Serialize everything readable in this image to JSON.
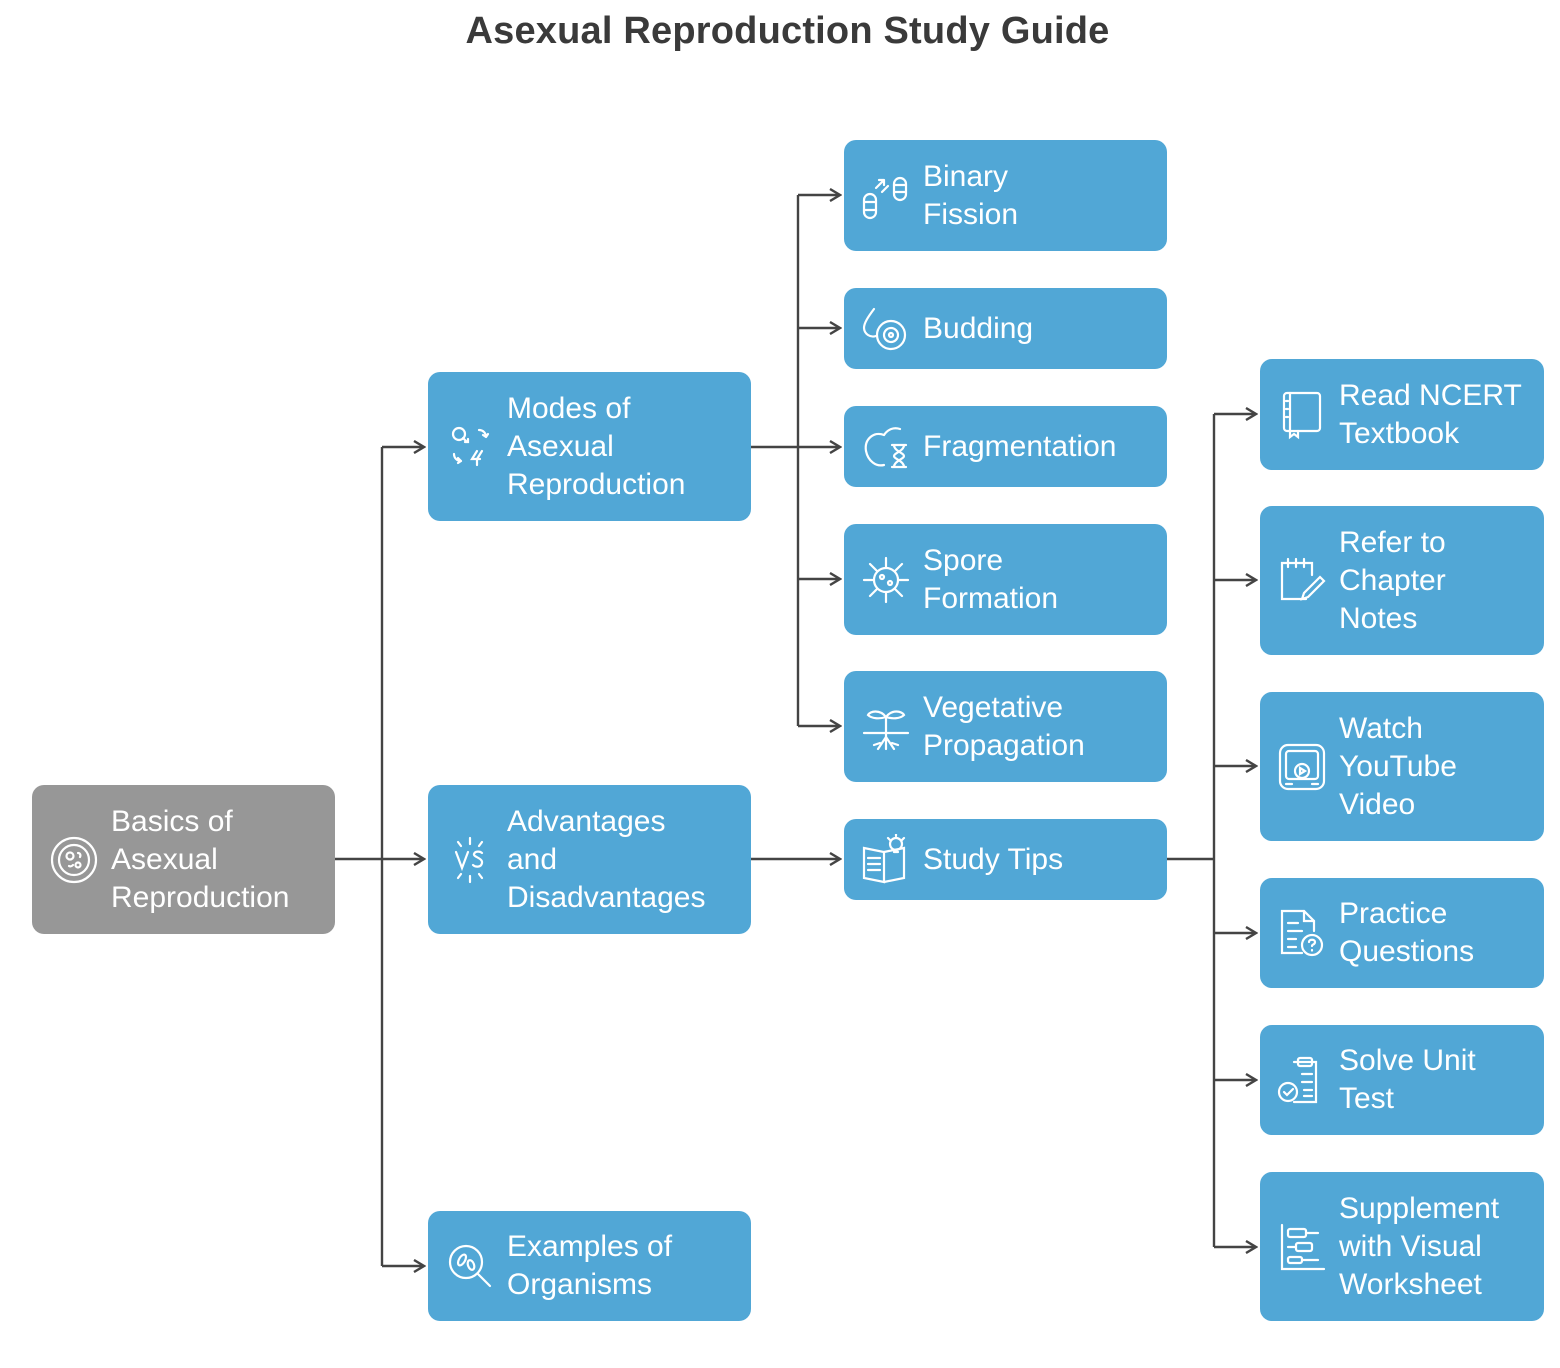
{
  "title": "Asexual Reproduction Study Guide",
  "colors": {
    "node_fill": "#51a7d6",
    "root_fill": "#979797",
    "connector": "#444444",
    "text": "#ffffff"
  },
  "nodes": {
    "root": {
      "label": "Basics of\nAsexual\nReproduction",
      "icon": "cell-icon"
    },
    "modes": {
      "label": "Modes of\nAsexual\nReproduction",
      "icon": "gender-cycle-icon"
    },
    "advantages": {
      "label": "Advantages\nand\nDisadvantages",
      "icon": "versus-icon"
    },
    "examples": {
      "label": "Examples of\nOrganisms",
      "icon": "microscope-search-icon"
    },
    "binary_fission": {
      "label": "Binary\nFission",
      "icon": "cell-split-icon"
    },
    "budding": {
      "label": "Budding",
      "icon": "bud-icon"
    },
    "fragmentation": {
      "label": "Fragmentation",
      "icon": "fragment-icon"
    },
    "spore_formation": {
      "label": "Spore\nFormation",
      "icon": "spore-icon"
    },
    "vegetative_propagation": {
      "label": "Vegetative\nPropagation",
      "icon": "sprout-icon"
    },
    "study_tips": {
      "label": "Study Tips",
      "icon": "book-bulb-icon"
    },
    "read_ncert": {
      "label": "Read NCERT\nTextbook",
      "icon": "notebook-icon"
    },
    "chapter_notes": {
      "label": "Refer to\nChapter\nNotes",
      "icon": "notepad-pencil-icon"
    },
    "youtube": {
      "label": "Watch\nYouTube\nVideo",
      "icon": "video-icon"
    },
    "practice": {
      "label": "Practice\nQuestions",
      "icon": "question-doc-icon"
    },
    "unit_test": {
      "label": "Solve Unit\nTest",
      "icon": "clipboard-check-icon"
    },
    "worksheet": {
      "label": "Supplement\nwith Visual\nWorksheet",
      "icon": "worksheet-icon"
    }
  }
}
